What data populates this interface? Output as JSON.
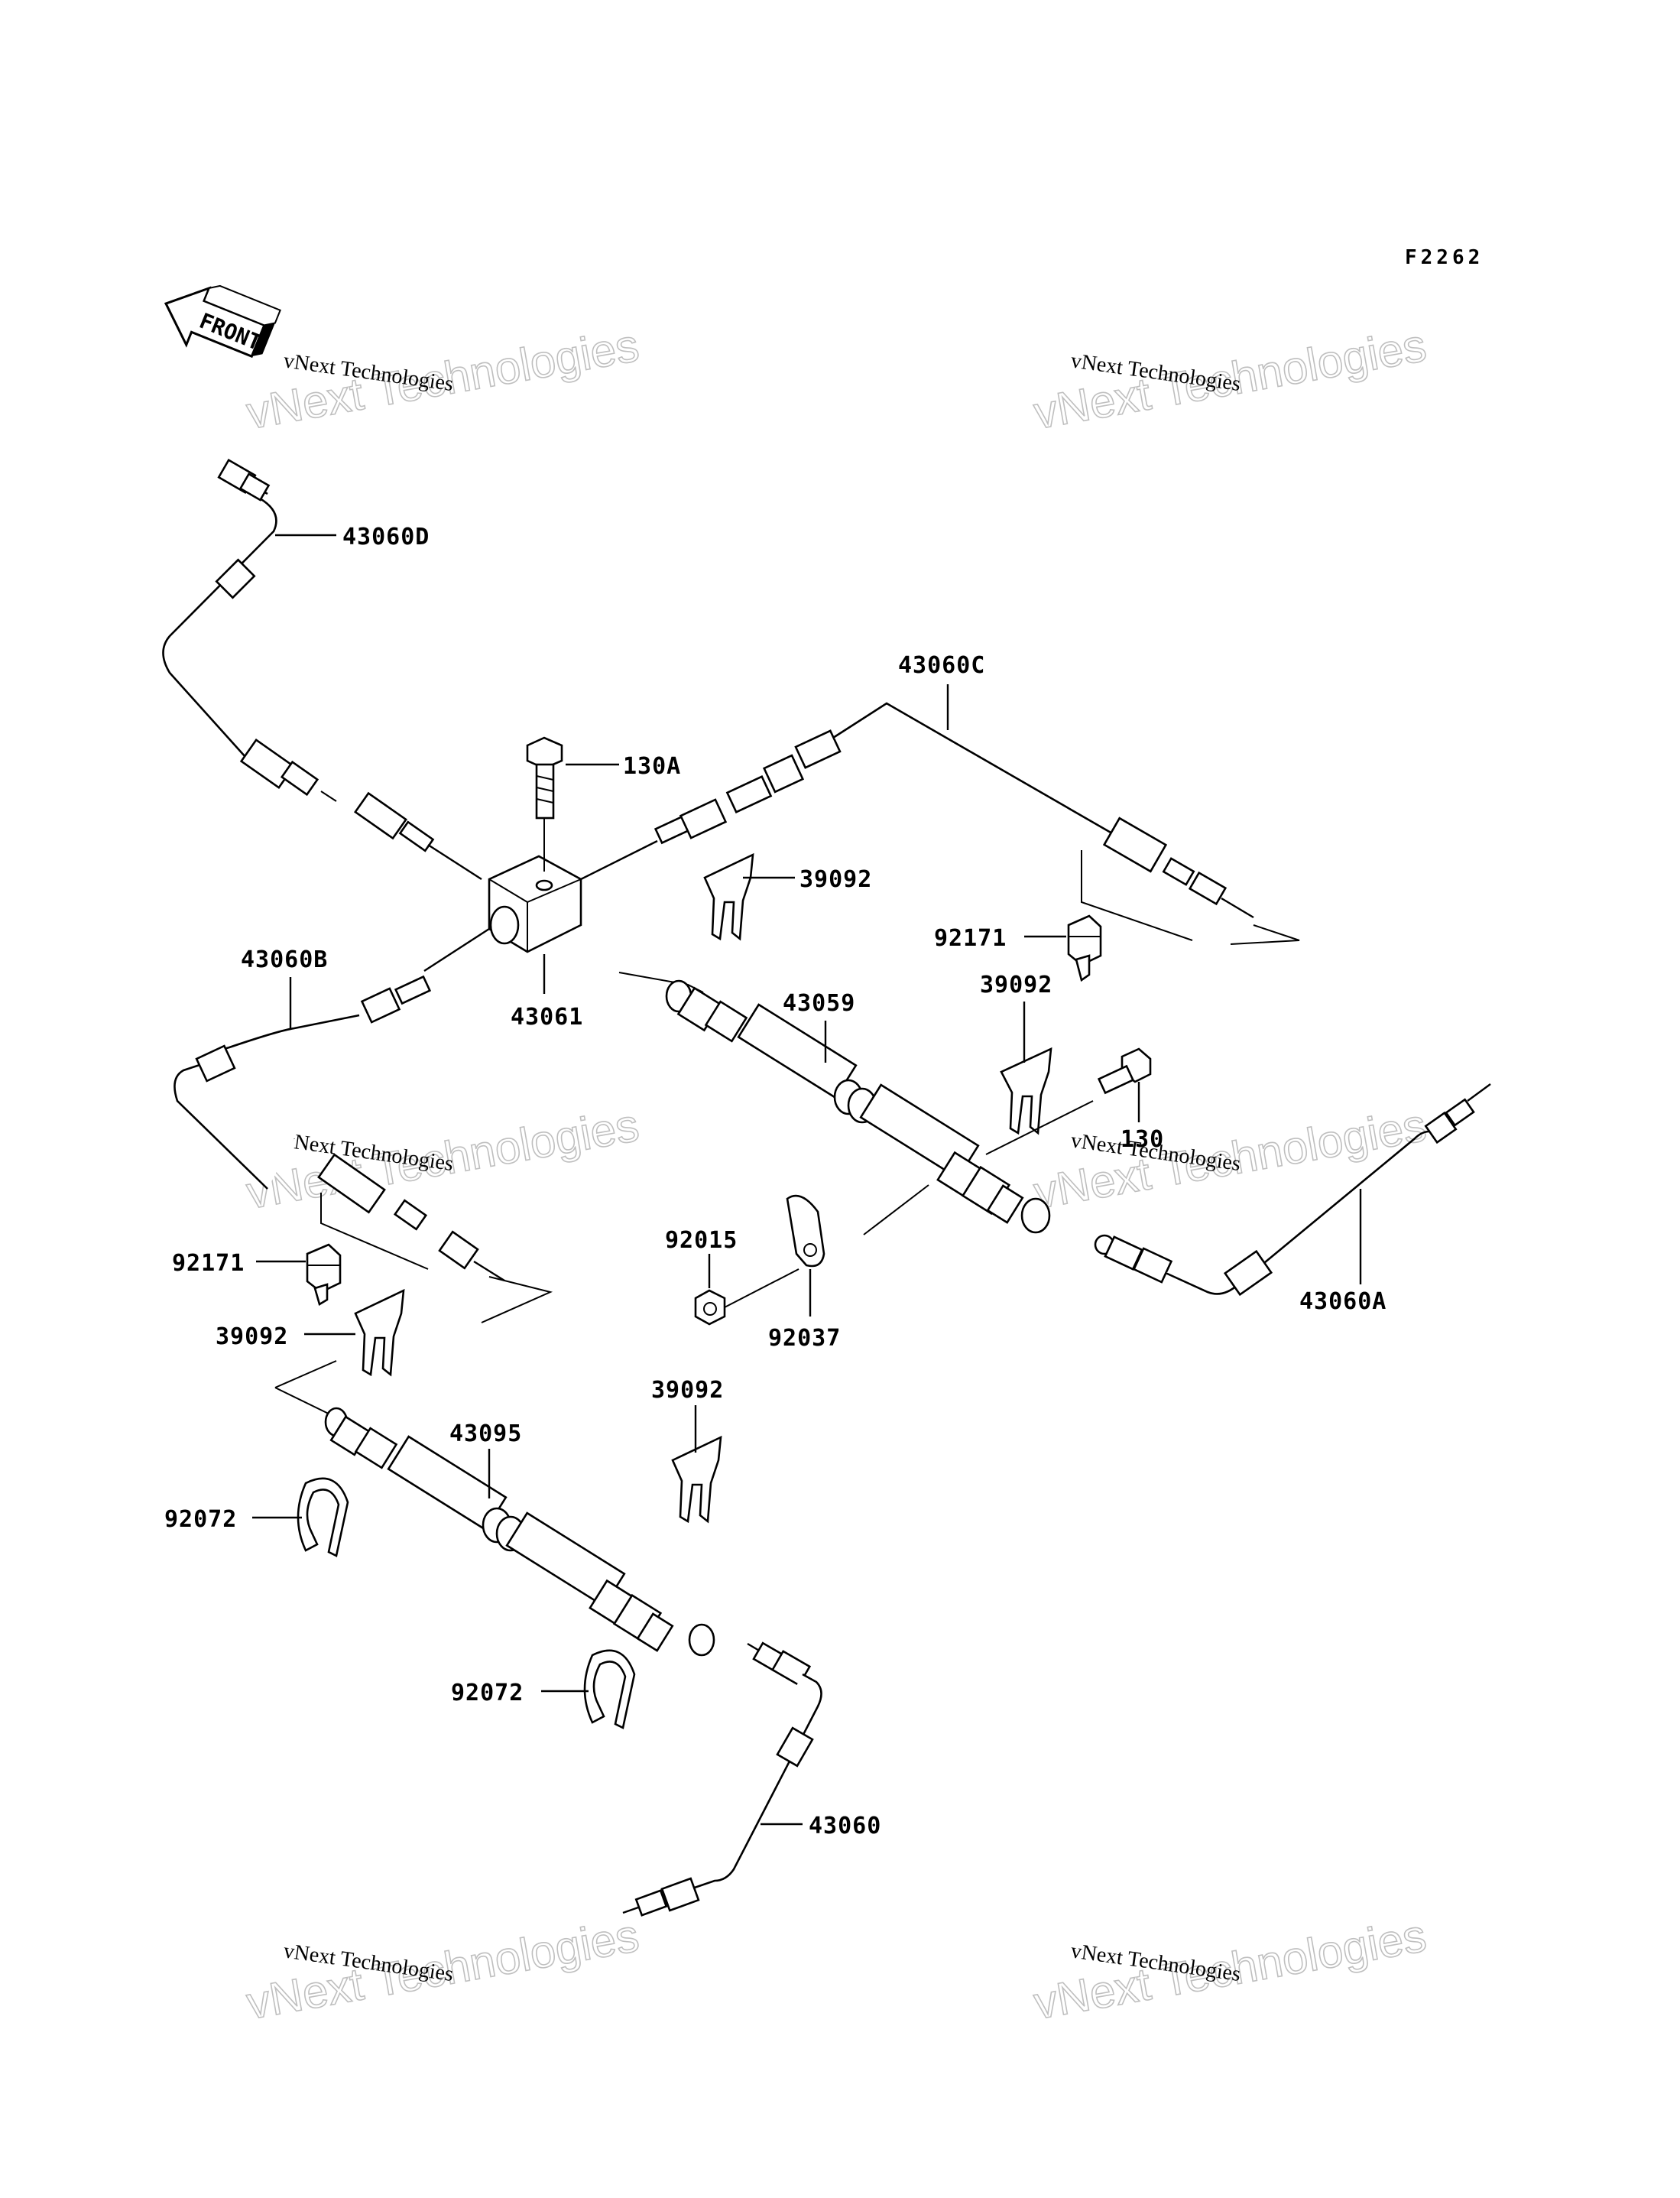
{
  "figure_code": "F2262",
  "front_marker": "FRONT",
  "watermark": {
    "line1": "vNext Technologies",
    "line2": "vNext Technologies"
  },
  "labels": {
    "p43060D": "43060D",
    "p43060C": "43060C",
    "p130A": "130A",
    "p39092_a": "39092",
    "p92171_a": "92171",
    "p39092_b": "39092",
    "p43060B": "43060B",
    "p43061": "43061",
    "p43059": "43059",
    "p130": "130",
    "p92015": "92015",
    "p92037": "92037",
    "p43060A": "43060A",
    "p92171_b": "92171",
    "p39092_c": "39092",
    "p39092_d": "39092",
    "p43095": "43095",
    "p92072_a": "92072",
    "p92072_b": "92072",
    "p43060": "43060"
  }
}
